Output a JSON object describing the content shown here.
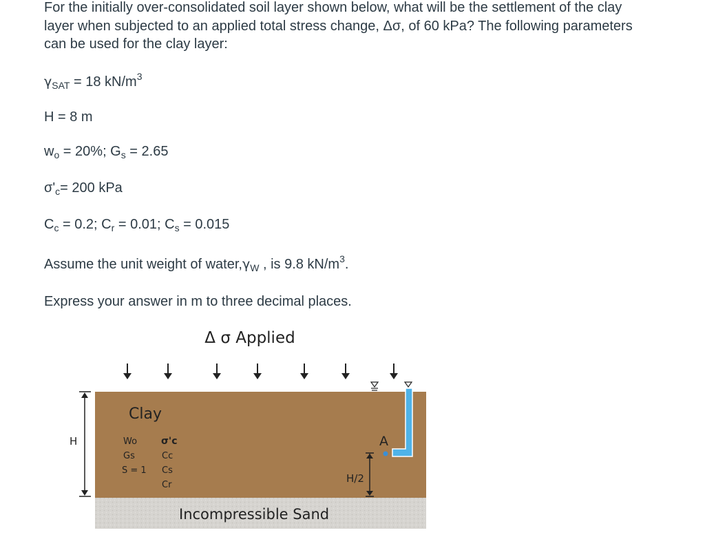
{
  "question": {
    "intro": "For the initially over-consolidated soil layer shown below, what will be the settlement of the clay layer when subjected to an applied total stress change, Δσ, of 60 kPa? The following parameters can be used for the clay layer:",
    "gamma_sat": {
      "symbol": "γ",
      "sub": "SAT",
      "rest": " = 18 kN/m",
      "sup": "3"
    },
    "height": "H = 8 m",
    "moisture": {
      "w": "w",
      "w_sub": "o",
      "w_rest": " = 20%; G",
      "g_sub": "s",
      "g_rest": " = 2.65"
    },
    "preconsolidation": {
      "sym": "σ'",
      "sub": "c",
      "rest": "= 200 kPa"
    },
    "indices": {
      "cc": "C",
      "cc_sub": "c",
      "cc_rest": " = 0.2; C",
      "cr_sub": "r",
      "cr_rest": " = 0.01; C",
      "cs_sub": "s",
      "cs_rest": " = 0.015"
    },
    "water": {
      "pre": "Assume the unit weight of water,",
      "sym": "γ",
      "sub": "W",
      "mid": " , is 9.8 kN/m",
      "sup": "3",
      "end": "."
    },
    "instruction": "Express your answer in m to three decimal places."
  },
  "figure": {
    "title": "Δ σ Applied",
    "clay_label": "Clay",
    "param_col1": [
      "Wo",
      "Gs",
      "S = 1"
    ],
    "param_col2": [
      "σ'c",
      "Cc",
      "Cs",
      "Cr"
    ],
    "height_label": "H",
    "half_label": "H/2",
    "point_label": "A",
    "sand_label": "Incompressible Sand",
    "colors": {
      "clay": "#a67c4e",
      "sand": "#d6d4d0",
      "piezometer": "#4fb3e8",
      "text": "#2d3b45"
    }
  }
}
